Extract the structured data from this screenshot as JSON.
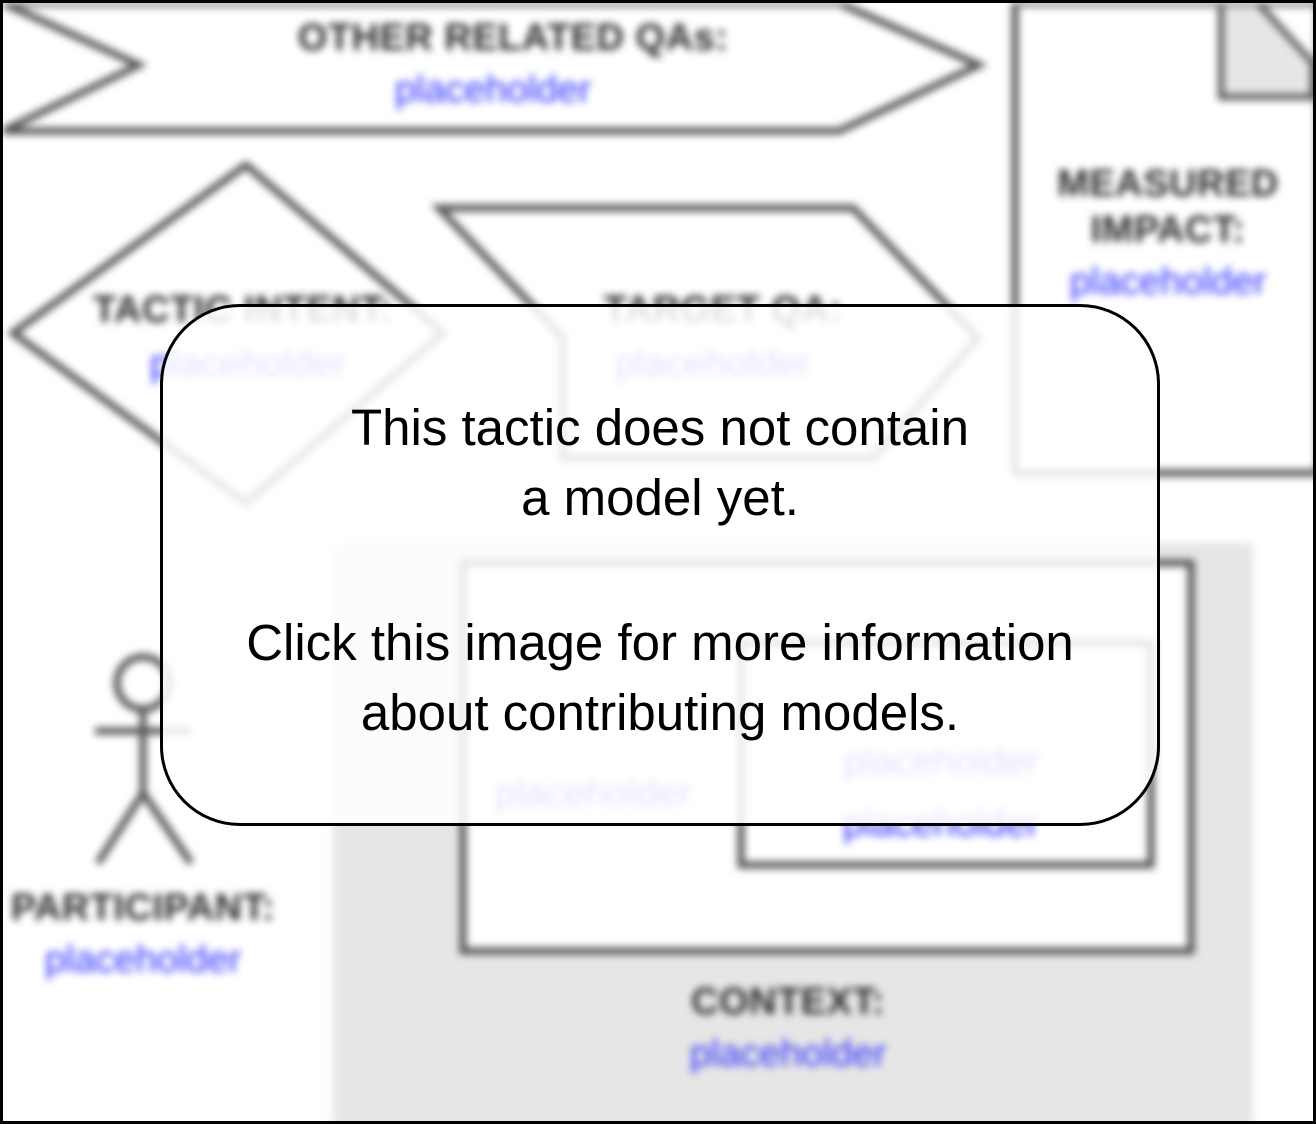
{
  "notice": {
    "line1": "This tactic does not contain",
    "line2": "a model yet.",
    "line3": "Click this image for more information",
    "line4": "about contributing models."
  },
  "background": {
    "other_related_qas": {
      "label": "OTHER RELATED QAs:",
      "value": "placeholder"
    },
    "measured_impact": {
      "label_line1": "MEASURED",
      "label_line2": "IMPACT:",
      "value": "placeholder"
    },
    "tactic_intent": {
      "label": "TACTIC INTENT:",
      "value": "placeholder"
    },
    "target_qa": {
      "label": "TARGET QA:",
      "value": "placeholder"
    },
    "participant": {
      "label": "PARTICIPANT:",
      "value": "placeholder"
    },
    "context": {
      "label": "CONTEXT:",
      "value": "placeholder"
    },
    "inner_link_1": "placeholder",
    "inner_link_2": "placeholder",
    "inner_link_3": "placeholder"
  },
  "colors": {
    "link": "#3333ff",
    "shape_stroke": "#555555",
    "context_fill": "#e6e6e6",
    "border": "#000000"
  }
}
